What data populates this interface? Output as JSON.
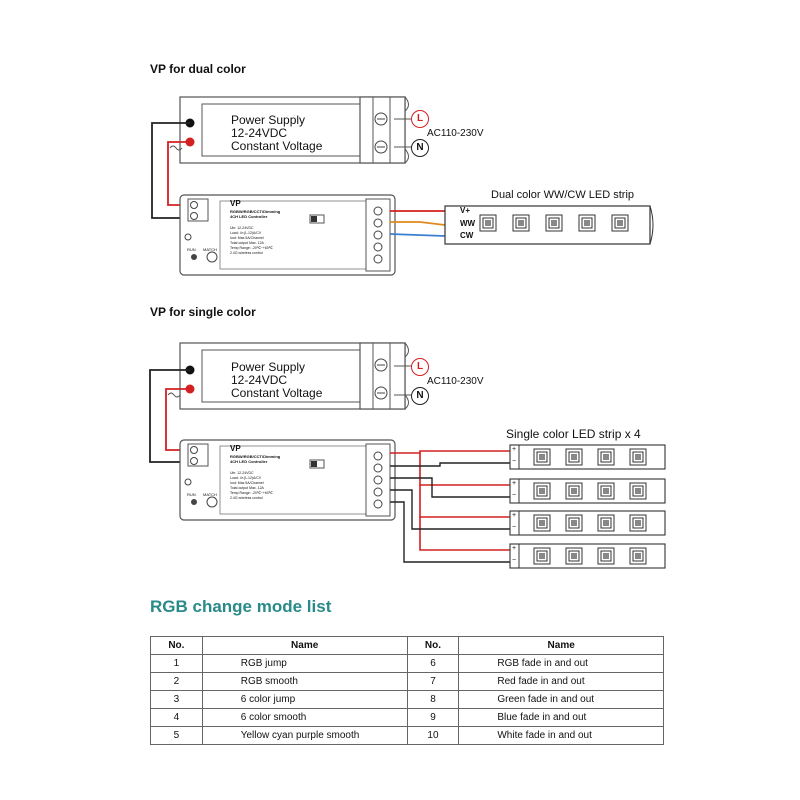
{
  "sections": {
    "dual_title": "VP for dual color",
    "single_title": "VP for single color"
  },
  "power_supply": {
    "line1": "Power Supply",
    "line2": "12-24VDC",
    "line3": "Constant Voltage",
    "l_label": "L",
    "n_label": "N",
    "ac_label": "AC110-230V"
  },
  "controller": {
    "name": "VP",
    "desc1": "RGBW/RGB/CCT/Dimming",
    "desc2": "4CH LED Controller",
    "spec1": "Uin: 12-24VDC",
    "spec2": "Load: 4×(1-12)A/CV",
    "spec3": "Iout: Max.5A/Channel",
    "spec4": "Total output Max. 12A",
    "spec5": "Temp Range: -20℃~+60℃",
    "spec6": "2.4G wireless control",
    "btn1": "RUN",
    "btn2": "MATCH"
  },
  "dual": {
    "strip_title": "Dual color WW/CW LED strip",
    "vplus": "V+",
    "ww": "WW",
    "cw": "CW"
  },
  "single": {
    "strip_title": "Single color LED strip x 4",
    "plus": "+",
    "minus": "−"
  },
  "rgb_list": {
    "title": "RGB change mode list",
    "headers": [
      "No.",
      "Name",
      "No.",
      "Name"
    ],
    "rows": [
      [
        "1",
        "RGB jump",
        "6",
        "RGB fade in and out"
      ],
      [
        "2",
        "RGB smooth",
        "7",
        "Red fade in and out"
      ],
      [
        "3",
        "6 color jump",
        "8",
        "Green fade in and out"
      ],
      [
        "4",
        "6 color smooth",
        "9",
        "Blue fade in and out"
      ],
      [
        "5",
        "Yellow cyan purple smooth",
        "10",
        "White fade in and out"
      ]
    ]
  },
  "colors": {
    "red_wire": "#d42020",
    "black_wire": "#222222",
    "orange_wire": "#e08a1e",
    "blue_wire": "#3a7fd0",
    "title_teal": "#2a8a8a"
  }
}
